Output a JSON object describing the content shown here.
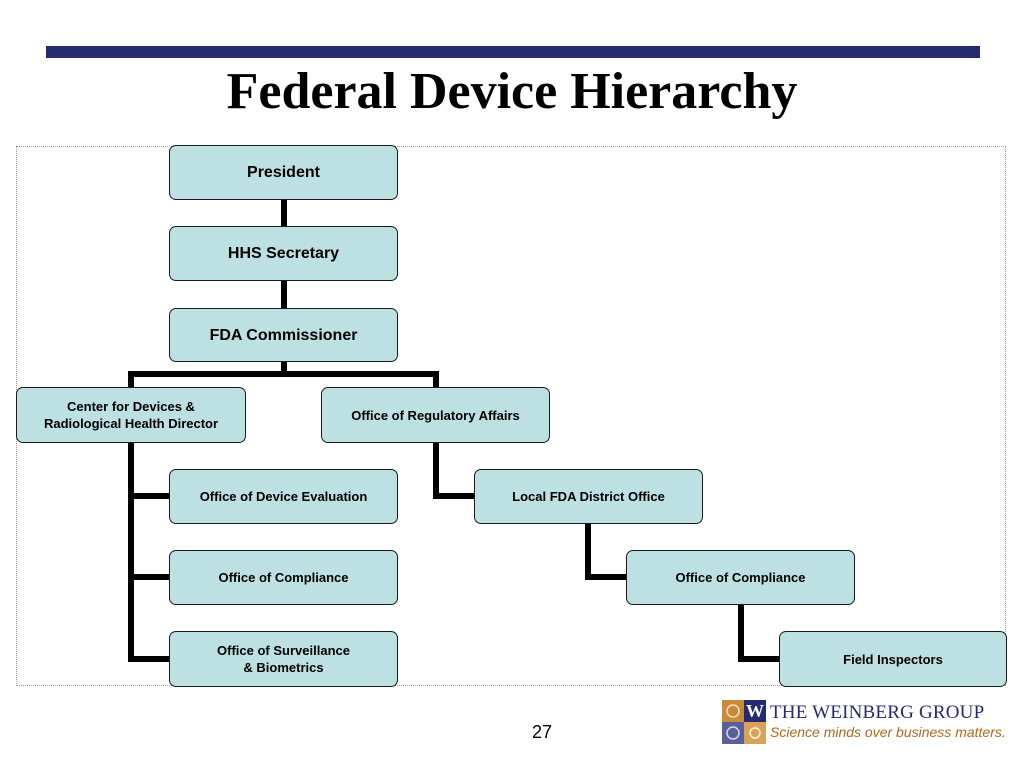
{
  "slide": {
    "title": "Federal Device Hierarchy",
    "page_number": "27"
  },
  "org_chart": {
    "president": "President",
    "hhs_secretary": "HHS Secretary",
    "fda_commissioner": "FDA Commissioner",
    "cdrh_director": "Center for Devices &\nRadiological Health Director",
    "office_of_regulatory_affairs": "Office of Regulatory Affairs",
    "office_of_device_evaluation": "Office of Device Evaluation",
    "cdrh_office_of_compliance": "Office of Compliance",
    "office_of_surveillance_biometrics": "Office of Surveillance\n& Biometrics",
    "local_fda_district_office": "Local FDA District Office",
    "district_office_of_compliance": "Office of Compliance",
    "field_inspectors": "Field Inspectors"
  },
  "logo": {
    "name": "THE WEINBERG GROUP",
    "tagline": "Science minds over business matters.",
    "mark_letter": "W",
    "colors": {
      "navy": "#262a6e",
      "orange": "#b2671b"
    }
  },
  "colors": {
    "box_fill": "#bde0e3",
    "connector": "#000000",
    "title_bar": "#262a6e"
  }
}
